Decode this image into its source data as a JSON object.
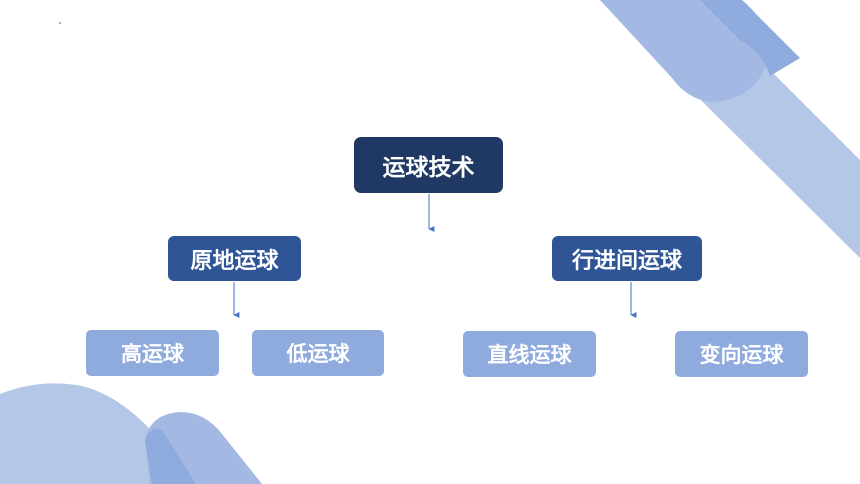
{
  "diagram": {
    "root": {
      "label": "运球技术"
    },
    "branches": [
      {
        "label": "原地运球",
        "children": [
          {
            "label": "高运球"
          },
          {
            "label": "低运球"
          }
        ]
      },
      {
        "label": "行进间运球",
        "children": [
          {
            "label": "直线运球"
          },
          {
            "label": "变向运球"
          }
        ]
      }
    ]
  },
  "colors": {
    "root": "#1f3864",
    "branch": "#2f5597",
    "leaf": "#8faadc",
    "connector": "#4472c4",
    "decoration_light": "#b4c7e7",
    "decoration_mid": "#8faadc"
  }
}
